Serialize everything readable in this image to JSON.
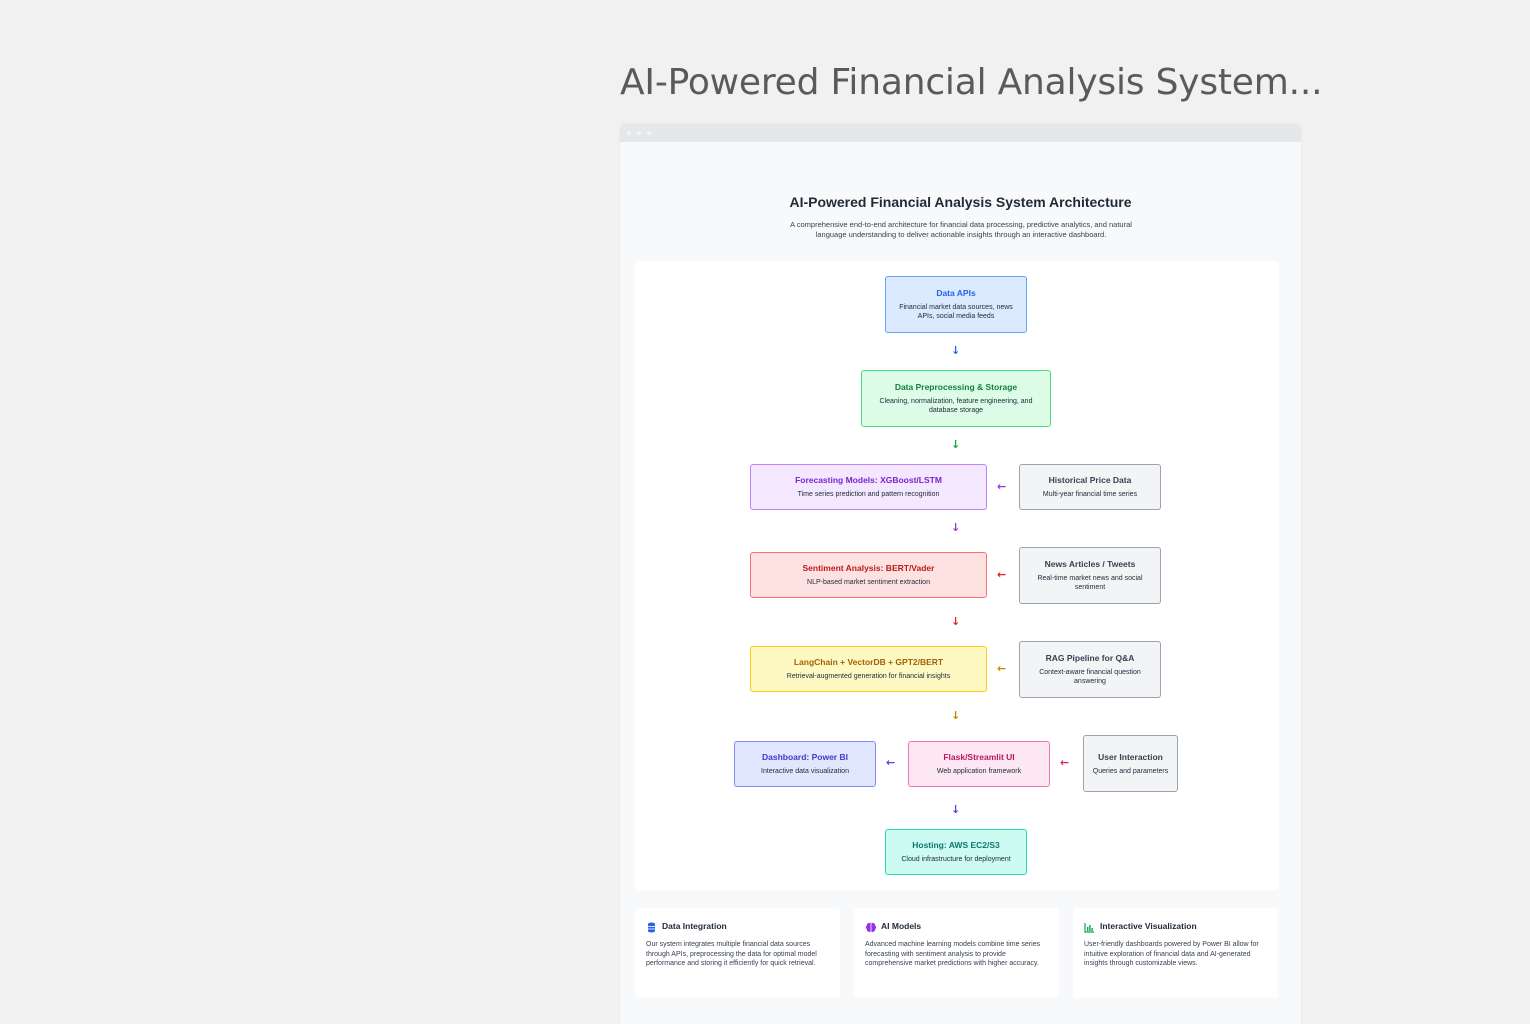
{
  "page": {
    "heading": "AI-Powered Financial Analysis System..."
  },
  "document": {
    "title": "AI-Powered Financial Analysis System Architecture",
    "subtitle": "A comprehensive end-to-end architecture for financial data processing, predictive analytics, and natural language understanding to deliver actionable insights through an interactive dashboard."
  },
  "diagram": {
    "nodes": {
      "data_apis": {
        "title": "Data APIs",
        "desc": "Financial market data sources, news APIs, social media feeds"
      },
      "preprocessing": {
        "title": "Data Preprocessing & Storage",
        "desc": "Cleaning, normalization, feature engineering, and database storage"
      },
      "forecasting": {
        "title": "Forecasting Models: XGBoost/LSTM",
        "desc": "Time series prediction and pattern recognition"
      },
      "historical": {
        "title": "Historical Price Data",
        "desc": "Multi-year financial time series"
      },
      "sentiment": {
        "title": "Sentiment Analysis: BERT/Vader",
        "desc": "NLP-based market sentiment extraction"
      },
      "news": {
        "title": "News Articles / Tweets",
        "desc": "Real-time market news and social sentiment"
      },
      "langchain": {
        "title": "LangChain + VectorDB + GPT2/BERT",
        "desc": "Retrieval-augmented generation for financial insights"
      },
      "rag": {
        "title": "RAG Pipeline for Q&A",
        "desc": "Context-aware financial question answering"
      },
      "dashboard": {
        "title": "Dashboard: Power BI",
        "desc": "Interactive data visualization"
      },
      "flask": {
        "title": "Flask/Streamlit UI",
        "desc": "Web application framework"
      },
      "user": {
        "title": "User Interaction",
        "desc": "Queries and parameters"
      },
      "hosting": {
        "title": "Hosting: AWS EC2/S3",
        "desc": "Cloud infrastructure for deployment"
      }
    },
    "arrows": {
      "down": "↓",
      "left": "←"
    }
  },
  "cards": [
    {
      "icon": "database-icon",
      "title": "Data Integration",
      "text": "Our system integrates multiple financial data sources through APIs, preprocessing the data for optimal model performance and storing it efficiently for quick retrieval."
    },
    {
      "icon": "brain-icon",
      "title": "AI Models",
      "text": "Advanced machine learning models combine time series forecasting with sentiment analysis to provide comprehensive market predictions with higher accuracy."
    },
    {
      "icon": "chart-icon",
      "title": "Interactive Visualization",
      "text": "User-friendly dashboards powered by Power BI allow for intuitive exploration of financial data and AI-generated insights through customizable views."
    }
  ],
  "colors": {
    "blue": "#2563eb",
    "green": "#15803d",
    "purple": "#7e22ce",
    "red": "#b91c1c",
    "yellow": "#a16207",
    "indigo": "#4338ca",
    "pink": "#be185d",
    "teal": "#0f766e",
    "gray": "#374151"
  }
}
